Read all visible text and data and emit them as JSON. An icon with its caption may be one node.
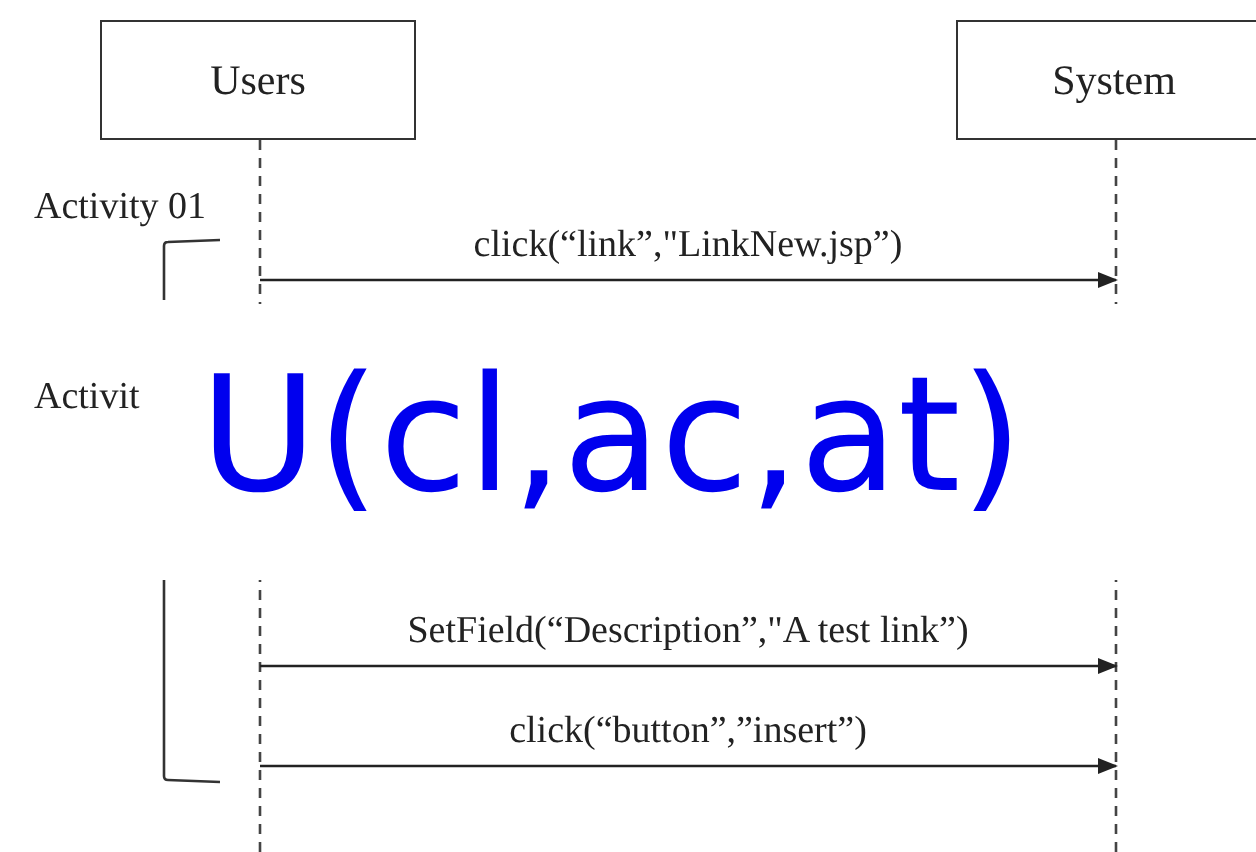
{
  "diagram": {
    "nodes": [
      {
        "text": [
          "Users"
        ]
      },
      {
        "text": [
          "System"
        ]
      }
    ],
    "edges": [
      {
        "from": 0,
        "to": 1,
        "arrow": "to",
        "label": "click(“link”,\"LinkNew.jsp”)"
      },
      {
        "from": 0,
        "to": 1,
        "arrow": "to",
        "label": "SetField(“Description”,\"A test link”)"
      },
      {
        "from": 0,
        "to": 1,
        "arrow": "to",
        "label": "click(“button”,”insert”)"
      }
    ],
    "labels": [
      "Activity 01",
      "Activit",
      "U(cl,ac,at)"
    ]
  }
}
